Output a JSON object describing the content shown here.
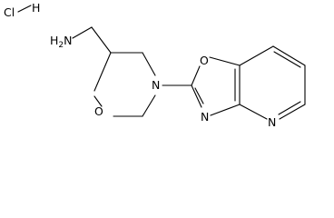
{
  "molecule": {
    "salt": {
      "text": "Cl—H",
      "cl": "Cl",
      "h": "H"
    },
    "amine": {
      "main": "H",
      "sub": "2",
      "tail": "N"
    },
    "atoms": {
      "ring_oxygen": "O",
      "morpholine_nitrogen": "N",
      "oxazole_oxygen": "O",
      "oxazole_nitrogen": "N",
      "pyridine_nitrogen": "N"
    }
  },
  "colors": {
    "ink": "#000000",
    "background": "#ffffff"
  }
}
